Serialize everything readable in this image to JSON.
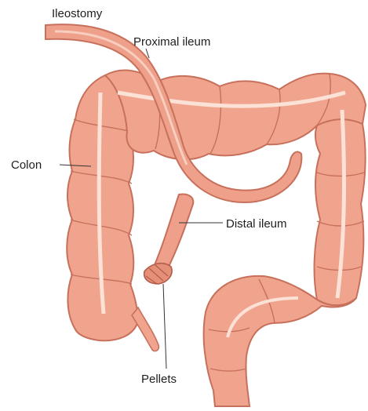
{
  "labels": {
    "ileostomy": "Ileostomy",
    "proximal_ileum": "Proximal ileum",
    "colon": "Colon",
    "distal_ileum": "Distal ileum",
    "pellets": "Pellets"
  },
  "colors": {
    "tissue_fill": "#f0a48d",
    "tissue_outline": "#c7705c",
    "ileum_fill": "#eea08a",
    "taenia": "#fbe1d6",
    "label_text": "#1e1e1e"
  }
}
